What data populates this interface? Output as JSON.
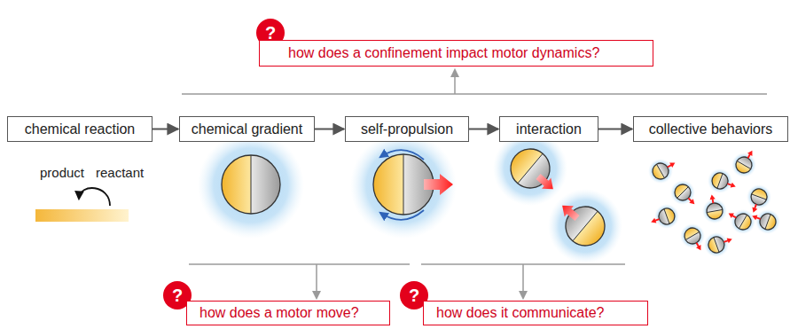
{
  "diagram": {
    "nodes": [
      {
        "text": [
          "?"
        ]
      },
      {
        "text": [
          "how does a confinement impact motor dynamics?"
        ]
      },
      {
        "text": [
          "chemical reaction"
        ]
      },
      {
        "text": [
          "chemical gradient"
        ]
      },
      {
        "text": [
          "self-propulsion"
        ]
      },
      {
        "text": [
          "interaction"
        ]
      },
      {
        "text": [
          "collective behaviors"
        ]
      },
      {
        "text": [
          "?"
        ]
      },
      {
        "text": [
          "how does a motor move?"
        ]
      },
      {
        "text": [
          "?"
        ]
      },
      {
        "text": [
          "how does it communicate?"
        ]
      }
    ],
    "edges": [
      {
        "from": 2,
        "to": 3,
        "arrow": "to"
      },
      {
        "from": 3,
        "to": 4,
        "arrow": "to"
      },
      {
        "from": 4,
        "to": 5,
        "arrow": "to"
      },
      {
        "from": 5,
        "to": 6,
        "arrow": "to"
      }
    ],
    "labels": [
      "product",
      "reactant"
    ]
  }
}
